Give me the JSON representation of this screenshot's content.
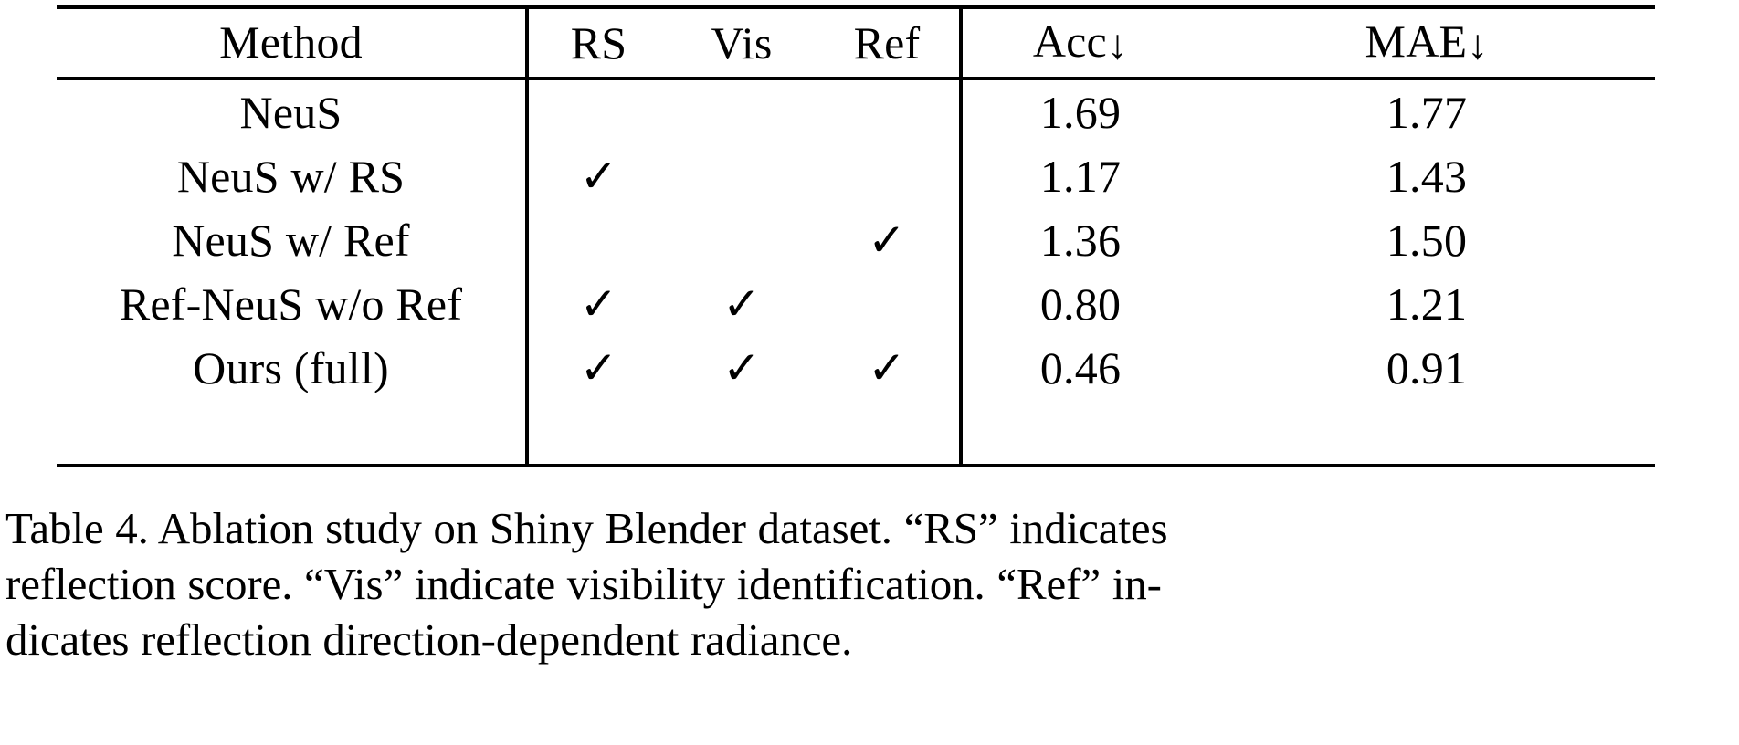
{
  "table": {
    "columns": [
      {
        "key": "method",
        "label": "Method"
      },
      {
        "key": "rs",
        "label": "RS"
      },
      {
        "key": "vis",
        "label": "Vis"
      },
      {
        "key": "ref",
        "label": "Ref"
      },
      {
        "key": "acc",
        "label": "Acc",
        "arrow": "↓"
      },
      {
        "key": "mae",
        "label": "MAE",
        "arrow": "↓"
      }
    ],
    "check_glyph": "✓",
    "rows": [
      {
        "method": "NeuS",
        "rs": "",
        "vis": "",
        "ref": "",
        "acc": "1.69",
        "mae": "1.77",
        "bold": false
      },
      {
        "method": "NeuS w/ RS",
        "rs": "✓",
        "vis": "",
        "ref": "",
        "acc": "1.17",
        "mae": "1.43",
        "bold": false
      },
      {
        "method": "NeuS w/ Ref",
        "rs": "",
        "vis": "",
        "ref": "✓",
        "acc": "1.36",
        "mae": "1.50",
        "bold": false
      },
      {
        "method": "Ref-NeuS w/o Ref",
        "rs": "✓",
        "vis": "✓",
        "ref": "",
        "acc": "0.80",
        "mae": "1.21",
        "bold": false
      },
      {
        "method": "Ours (full)",
        "rs": "✓",
        "vis": "✓",
        "ref": "✓",
        "acc": "0.46",
        "mae": "0.91",
        "bold": true
      }
    ]
  },
  "caption": {
    "lines": [
      "Table 4. Ablation study on Shiny Blender dataset. “RS” indicates",
      "reflection score. “Vis” indicate visibility identification. “Ref” in-",
      "dicates reflection direction-dependent radiance."
    ],
    "full_text": "Table 4. Ablation study on Shiny Blender dataset. “RS” indicates reflection score. “Vis” indicate visibility identification. “Ref” indicates reflection direction-dependent radiance."
  },
  "colors": {
    "text": "#000000",
    "background": "#ffffff",
    "rule": "#000000"
  }
}
